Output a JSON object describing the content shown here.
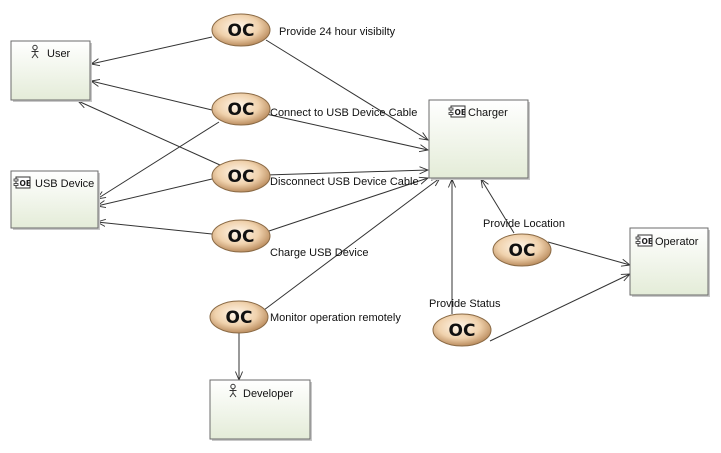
{
  "nodes": {
    "user": {
      "label": "User",
      "icon": "actor-icon"
    },
    "usb_device": {
      "label": "USB Device",
      "icon": "component-icon"
    },
    "charger": {
      "label": "Charger",
      "icon": "component-icon"
    },
    "operator": {
      "label": "Operator",
      "icon": "component-icon"
    },
    "developer": {
      "label": "Developer",
      "icon": "actor-icon"
    }
  },
  "operations": [
    {
      "symbol": "OC",
      "label": "Provide 24 hour visibilty"
    },
    {
      "symbol": "OC",
      "label": "Connect to USB Device Cable"
    },
    {
      "symbol": "OC",
      "label": "Disconnect USB Device Cable"
    },
    {
      "symbol": "OC",
      "label": "Charge USB Device"
    },
    {
      "symbol": "OC",
      "label": "Monitor operation remotely"
    },
    {
      "symbol": "OC",
      "label": "Provide Location"
    },
    {
      "symbol": "OC",
      "label": "Provide Status"
    }
  ],
  "colors": {
    "node_fill_top": "#ffffff",
    "node_fill_bottom": "#e4ecd8",
    "oval_fill_light": "#fbe8cf",
    "oval_fill_dark": "#b8895a",
    "oval_stroke": "#8a6a45"
  }
}
